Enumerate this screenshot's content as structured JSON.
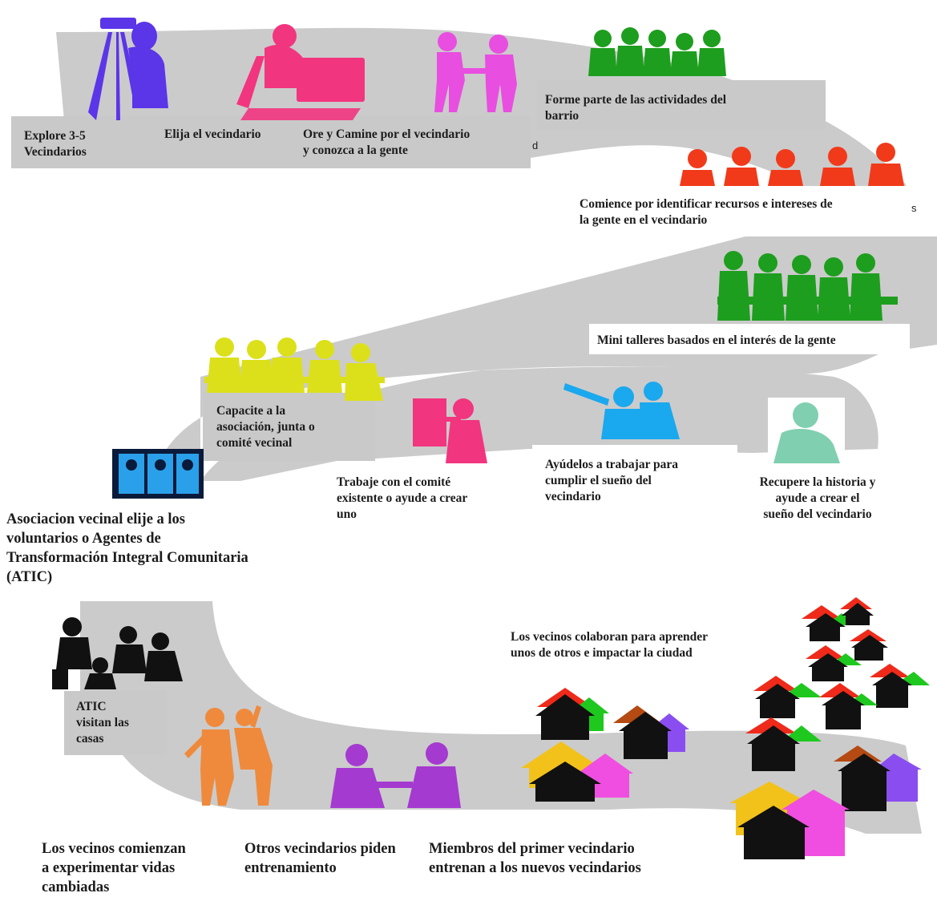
{
  "colors": {
    "path_gray": "#cbcbcb",
    "blue_violet": "#5b35e8",
    "pink": "#f2357f",
    "magenta": "#e84ee0",
    "green": "#1e9e1e",
    "red": "#f13a1a",
    "yellow": "#dce01a",
    "light_blue": "#1aa8ee",
    "mint": "#7fcfb0",
    "orange": "#ef8a3c",
    "purple": "#a43ad0",
    "black": "#111111"
  },
  "steps": [
    {
      "id": "explore",
      "label": "Explore 3-5\nVecindarios",
      "icon": "surveyor-icon"
    },
    {
      "id": "choose",
      "label": "Elija el vecindario",
      "icon": "person-at-desk-icon"
    },
    {
      "id": "pray_walk",
      "label": "Ore y Camine por el vecindario\ny conozca a la gente",
      "icon": "handshake-icon"
    },
    {
      "id": "activities",
      "label": "Forme parte de las actividades del\nbarrio",
      "icon": "group-icon"
    },
    {
      "id": "resources",
      "label": "Comience por identificar recursos e intereses de\nla gente en el vecindario",
      "icon": "group-icon"
    },
    {
      "id": "workshops",
      "label": "Mini talleres basados en el interés de la gente",
      "icon": "workshop-icon"
    },
    {
      "id": "history",
      "label": "Recupere la historia y\nayude a crear el\nsueño  del vecindario",
      "icon": "person-icon"
    },
    {
      "id": "help_dream",
      "label": "Ayúdelos a trabajar para\ncumplir el sueño del\nvecindario",
      "icon": "pointing-person-icon"
    },
    {
      "id": "committee",
      "label": "Trabaje con el comité\nexistente o ayude a crear\nuno",
      "icon": "presenter-icon"
    },
    {
      "id": "train_assoc",
      "label": "Capacite a la\nasociación, junta o\ncomité vecinal",
      "icon": "meeting-icon"
    },
    {
      "id": "atic",
      "label": "Asociacion vecinal elije a los\nvoluntarios o Agentes de\nTransformación Integral Comunitaria\n(ATIC)",
      "icon": "team-icon"
    },
    {
      "id": "visits",
      "label": "ATIC\nvisitan las\ncasas",
      "icon": "sitting-people-icon"
    },
    {
      "id": "changed_lives",
      "label": "Los vecinos comienzan\na experimentar vidas\ncambiadas",
      "icon": "joyful-people-icon"
    },
    {
      "id": "others_ask",
      "label": "Otros vecindarios piden\n entrenamiento",
      "icon": "conversation-icon"
    },
    {
      "id": "members_train",
      "label": "Miembros del primer vecindario\nentrenan a los nuevos vecindarios",
      "icon": "houses-icon"
    },
    {
      "id": "collaborate",
      "label": "Los vecinos colaboran para aprender\nunos  de  otros e impactar la ciudad",
      "icon": "houses-icon"
    }
  ],
  "fragments": {
    "clipped_d": "d",
    "clipped_s": "s"
  }
}
